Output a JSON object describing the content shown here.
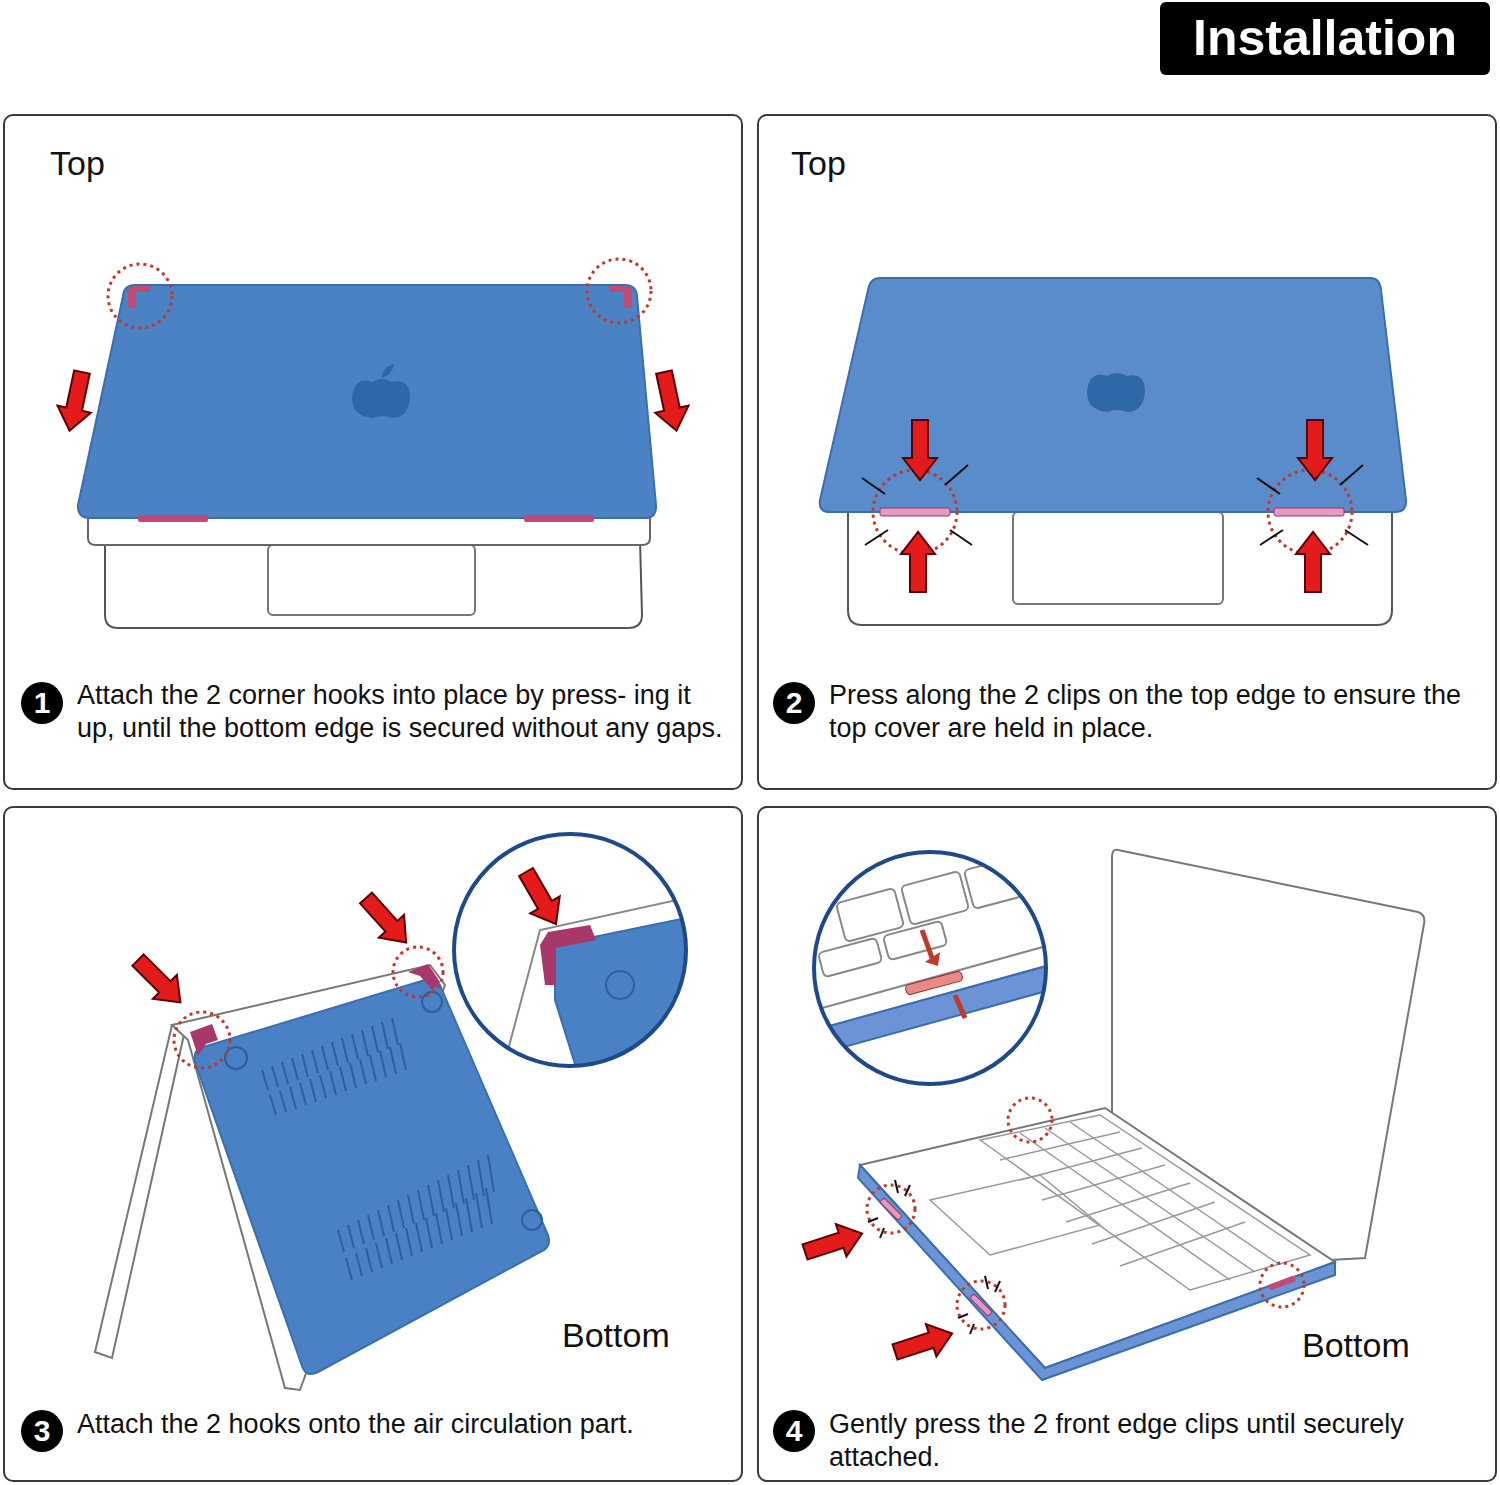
{
  "diagram": {
    "title": "Installation",
    "nodes": [
      {
        "text": [
          "Top",
          "Attach the 2 corner hooks into place by press- ing it up, until the bottom edge is secured without any gaps."
        ]
      },
      {
        "text": [
          "1"
        ],
        "in": 0
      },
      {
        "text": [
          "Top",
          "Press along the 2 clips on the top edge to ensure the top cover are held in place."
        ]
      },
      {
        "text": [
          "2"
        ],
        "in": 2
      },
      {
        "text": [
          "Bottom",
          "Attach the 2 hooks onto the air circulation part."
        ]
      },
      {
        "text": [
          "3"
        ],
        "in": 4
      },
      {
        "text": [
          "Bottom",
          "Gently press the 2 front edge clips until securely attached."
        ]
      },
      {
        "text": [
          "4"
        ],
        "in": 6
      }
    ]
  }
}
